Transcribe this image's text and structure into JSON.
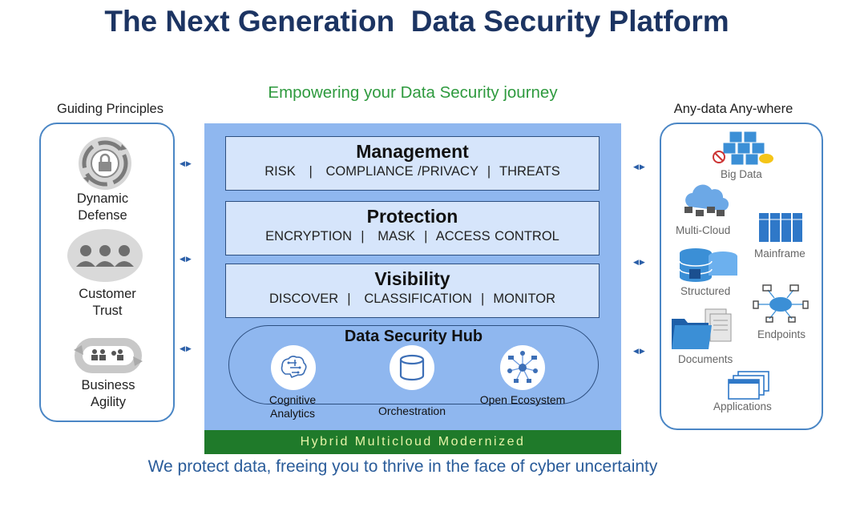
{
  "title": "The Next Generation  Data Security Platform",
  "subtitle": "Empowering your Data Security journey",
  "left_panel": {
    "heading": "Guiding Principles",
    "items": [
      {
        "line1": "Dynamic",
        "line2": "Defense",
        "icon": "rotating-lock-icon"
      },
      {
        "line1": "Customer",
        "line2": "Trust",
        "icon": "people-group-icon"
      },
      {
        "line1": "Business",
        "line2": "Agility",
        "icon": "cycle-team-icon"
      }
    ]
  },
  "layers": [
    {
      "title": "Management",
      "subtitle": "RISK   |   COMPLIANCE /PRIVACY  |  THREATS"
    },
    {
      "title": "Protection",
      "subtitle": "ENCRYPTION  |   MASK  |  ACCESS CONTROL"
    },
    {
      "title": "Visibility",
      "subtitle": "DISCOVER  |   CLASSIFICATION  |  MONITOR"
    }
  ],
  "hub": {
    "title": "Data Security Hub",
    "items": [
      {
        "line1": "Cognitive",
        "line2": "Analytics",
        "icon": "brain-circuit-icon"
      },
      {
        "line1": "Orchestration",
        "line2": "",
        "icon": "database-cylinder-icon"
      },
      {
        "line1": "Open Ecosystem",
        "line2": "",
        "icon": "network-hub-icon"
      }
    ]
  },
  "band": "Hybrid Multicloud Modernized",
  "right_panel": {
    "heading": "Any-data Any-where",
    "items": [
      {
        "label": "Big Data",
        "icon": "big-data-cubes-icon"
      },
      {
        "label": "Multi-Cloud",
        "icon": "multi-cloud-icon"
      },
      {
        "label": "Mainframe",
        "icon": "mainframe-icon"
      },
      {
        "label": "Structured",
        "icon": "structured-database-icon"
      },
      {
        "label": "Endpoints",
        "icon": "endpoints-network-icon"
      },
      {
        "label": "Documents",
        "icon": "documents-folder-icon"
      },
      {
        "label": "Applications",
        "icon": "applications-windows-icon"
      }
    ]
  },
  "footer": "We protect data, freeing you to thrive in the face of cyber uncertainty",
  "colors": {
    "title": "#1c3462",
    "subtitle": "#2e9a3e",
    "center_background": "#8fb7ef",
    "layer_fill": "#d6e5fb",
    "band": "#1f7a2a",
    "band_text": "#e6f4a8",
    "panel_border": "#4a86c5",
    "footer": "#2a5c9a"
  }
}
